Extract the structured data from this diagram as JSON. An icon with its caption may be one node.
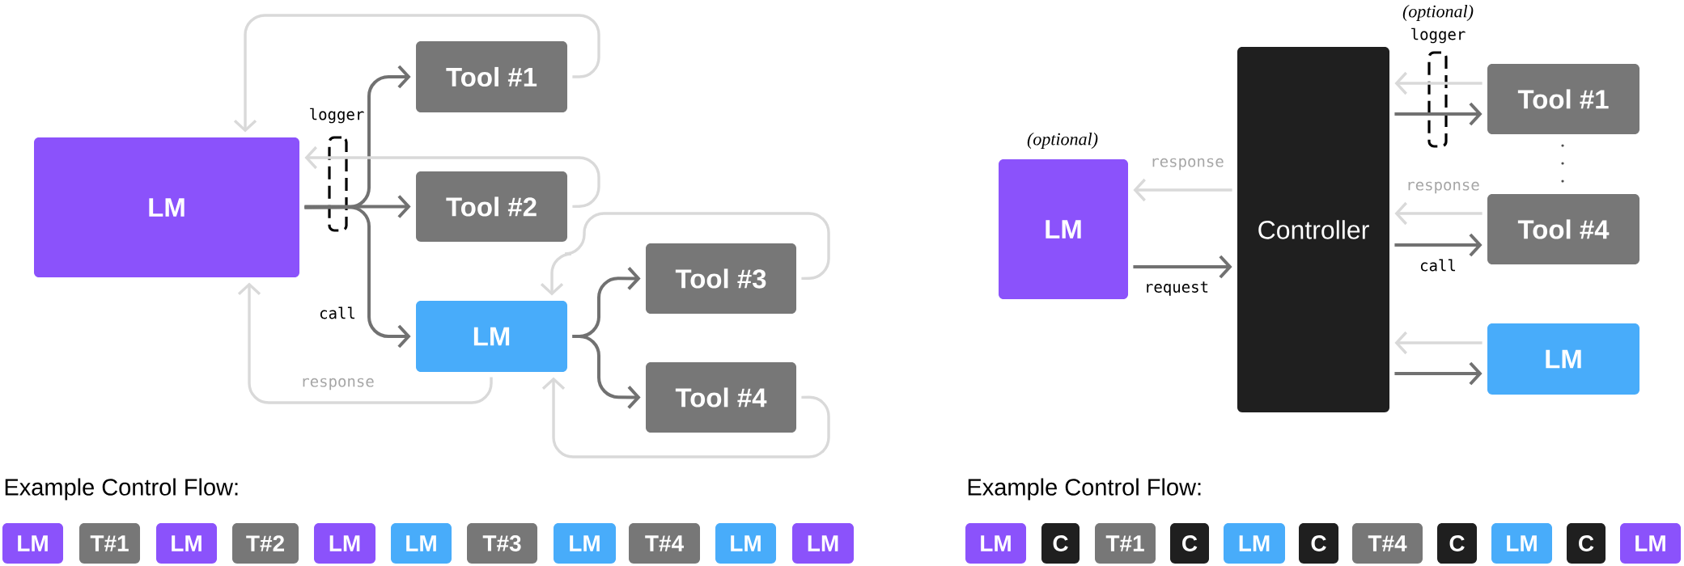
{
  "diagram": {
    "nodes": [
      {
        "text": [
          "LM"
        ]
      },
      {
        "text": [
          "logger"
        ]
      },
      {
        "text": [
          "Tool #1"
        ]
      },
      {
        "text": [
          "Tool #2"
        ]
      },
      {
        "text": [
          "LM"
        ]
      },
      {
        "text": [
          "Tool #3"
        ]
      },
      {
        "text": [
          "Tool #4"
        ]
      },
      {
        "text": [
          "LM"
        ],
        "beside": [
          "(optional)"
        ]
      },
      {
        "text": [
          "Controller"
        ]
      },
      {
        "text": [
          "logger"
        ],
        "beside": [
          "(optional)"
        ]
      },
      {
        "text": [
          "Tool #1"
        ]
      },
      {
        "text": [
          "Tool #4"
        ]
      },
      {
        "text": [
          "LM"
        ]
      },
      {
        "text": [
          "LM"
        ]
      },
      {
        "text": [
          "T#1"
        ]
      },
      {
        "text": [
          "LM"
        ]
      },
      {
        "text": [
          "T#2"
        ]
      },
      {
        "text": [
          "LM"
        ]
      },
      {
        "text": [
          "LM"
        ]
      },
      {
        "text": [
          "T#3"
        ]
      },
      {
        "text": [
          "LM"
        ]
      },
      {
        "text": [
          "T#4"
        ]
      },
      {
        "text": [
          "LM"
        ]
      },
      {
        "text": [
          "LM"
        ]
      },
      {
        "text": [
          "LM"
        ]
      },
      {
        "text": [
          "C"
        ]
      },
      {
        "text": [
          "T#1"
        ]
      },
      {
        "text": [
          "C"
        ]
      },
      {
        "text": [
          "LM"
        ]
      },
      {
        "text": [
          "C"
        ]
      },
      {
        "text": [
          "T#4"
        ]
      },
      {
        "text": [
          "C"
        ]
      },
      {
        "text": [
          "LM"
        ]
      },
      {
        "text": [
          "C"
        ]
      },
      {
        "text": [
          "LM"
        ]
      }
    ],
    "edges": [
      {
        "from": 0,
        "to": 2,
        "arrow": "to"
      },
      {
        "from": 0,
        "to": 3,
        "arrow": "to"
      },
      {
        "from": 0,
        "to": 4,
        "arrow": "to",
        "label": "call"
      },
      {
        "from": 2,
        "to": 0,
        "arrow": "to",
        "color": "#d9d9d9"
      },
      {
        "from": 3,
        "to": 0,
        "arrow": "to",
        "color": "#d9d9d9"
      },
      {
        "from": 4,
        "to": 0,
        "arrow": "to",
        "color": "#d9d9d9",
        "label": "response"
      },
      {
        "from": 4,
        "to": 5,
        "arrow": "to"
      },
      {
        "from": 4,
        "to": 6,
        "arrow": "to"
      },
      {
        "from": 5,
        "to": 4,
        "arrow": "to",
        "color": "#d9d9d9"
      },
      {
        "from": 6,
        "to": 4,
        "arrow": "to",
        "color": "#d9d9d9"
      },
      {
        "from": 8,
        "to": 7,
        "arrow": "to",
        "color": "#d9d9d9",
        "label": "response"
      },
      {
        "from": 7,
        "to": 8,
        "arrow": "to",
        "label": "request"
      },
      {
        "from": 10,
        "to": 8,
        "arrow": "to",
        "color": "#d9d9d9"
      },
      {
        "from": 8,
        "to": 10,
        "arrow": "to"
      },
      {
        "from": 11,
        "to": 8,
        "arrow": "to",
        "color": "#d9d9d9",
        "label": "response"
      },
      {
        "from": 8,
        "to": 11,
        "arrow": "to",
        "label": "call"
      },
      {
        "from": 12,
        "to": 8,
        "arrow": "to",
        "color": "#d9d9d9"
      },
      {
        "from": 8,
        "to": 12,
        "arrow": "to"
      }
    ],
    "labels": [
      "Example Control Flow:",
      "Example Control Flow:"
    ]
  }
}
